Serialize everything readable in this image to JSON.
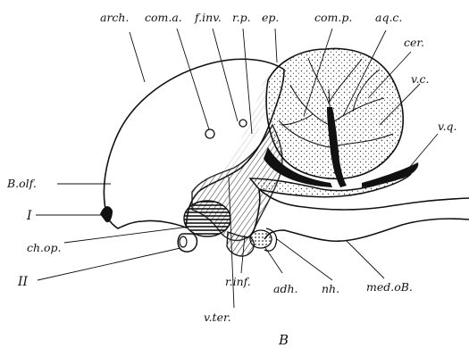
{
  "figure": {
    "panel_letter": "B",
    "labels": {
      "arch": "arch.",
      "com_a": "com.a.",
      "f_inv": "f.inv.",
      "r_p": "r.p.",
      "ep": "ep.",
      "com_p": "com.p.",
      "aq_c": "aq.c.",
      "cer": "cer.",
      "v_c": "v.c.",
      "v_q": "v.q.",
      "b_olf": "B.olf.",
      "nerve_I": "I",
      "ch_op": "ch.op.",
      "nerve_II": "II",
      "v_ter": "v.ter.",
      "r_inf": "r.inf.",
      "adh": "adh.",
      "nh": "nh.",
      "med_ob": "med.oB."
    }
  }
}
